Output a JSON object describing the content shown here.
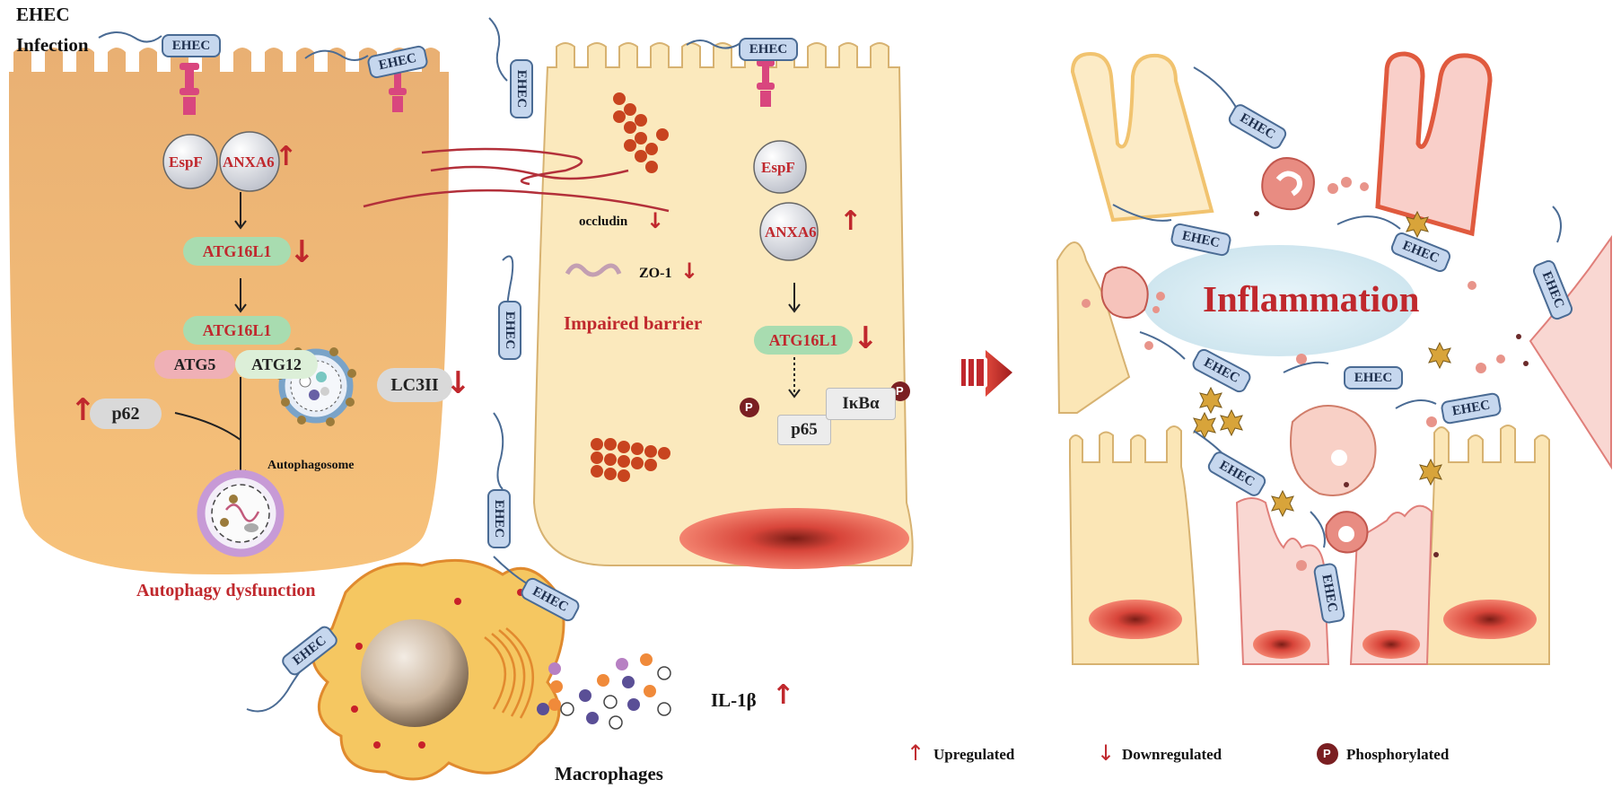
{
  "infection_label": [
    "EHEC",
    "Infection"
  ],
  "bacterium_label": "EHEC",
  "cell1": {
    "espf": "EspF",
    "anxa6": "ANXA6",
    "atg16l1_top": "ATG16L1",
    "atg16l1_complex": "ATG16L1",
    "atg5": "ATG5",
    "atg12": "ATG12",
    "lc3ii": "LC3II",
    "p62": "p62",
    "autophagosome": "Autophagosome",
    "dysfunction": "Autophagy dysfunction"
  },
  "junction": {
    "occludin": "occludin",
    "zo1": "ZO-1",
    "impaired": "Impaired barrier"
  },
  "cell2": {
    "espf": "EspF",
    "anxa6": "ANXA6",
    "atg16l1": "ATG16L1",
    "p65": "p65",
    "ikba": "IκBα",
    "phospho_symbol": "P"
  },
  "macrophage": {
    "label": "Macrophages",
    "cytokine": "IL-1β"
  },
  "inflammation": {
    "label": "Inflammation"
  },
  "legend": {
    "up_symbol": "↑",
    "down_symbol": "↓",
    "upregulated": "Upregulated",
    "downregulated": "Downregulated",
    "phosphorylated": "Phosphorylated"
  },
  "colors": {
    "enterocyte_left": "#f2b56a",
    "enterocyte_mid": "#fbe8b8",
    "label_red": "#c0282d",
    "ehec_fill": "#c6d7ee",
    "ehec_border": "#4a6b94",
    "nucleus": "#e8453a",
    "inflammation_fill": "#d8ecf3"
  }
}
